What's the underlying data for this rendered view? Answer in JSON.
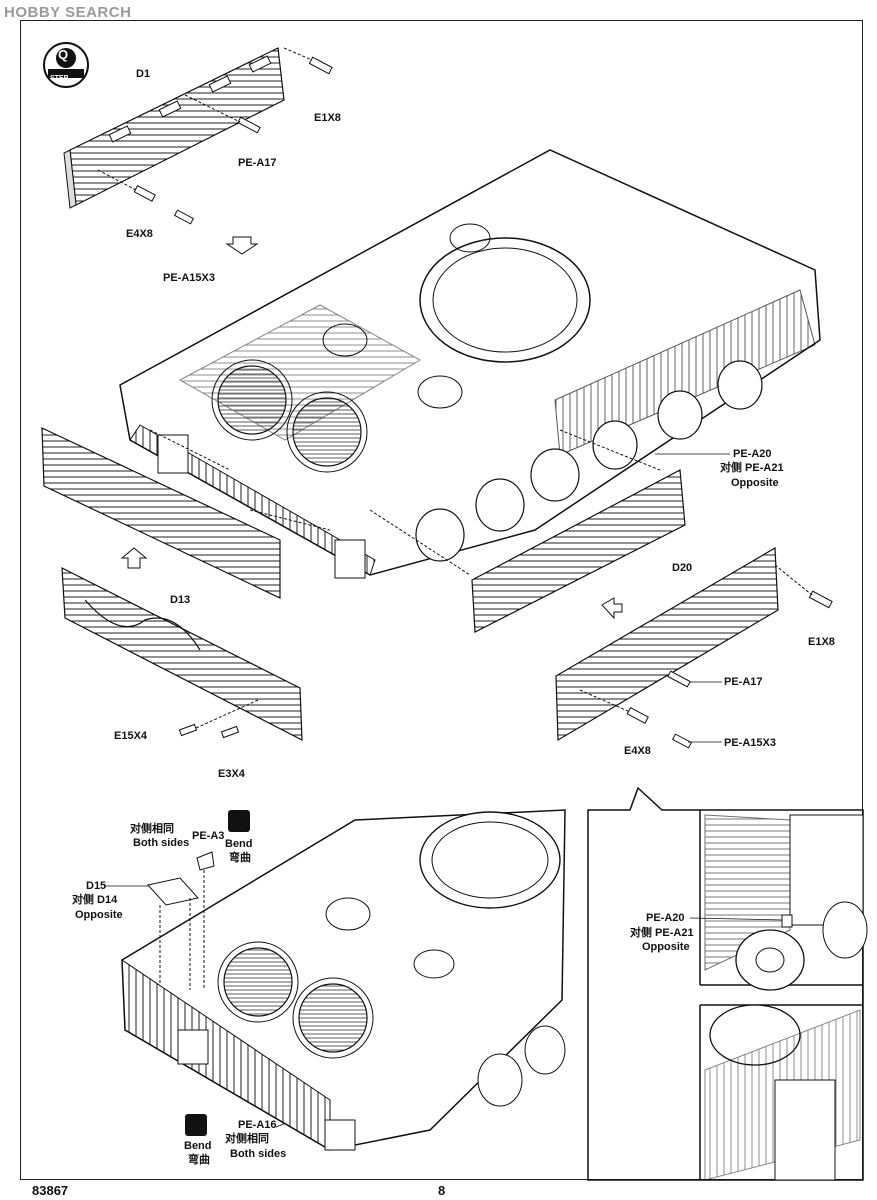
{
  "watermark": "HOBBY SEARCH",
  "step": {
    "label": "STEP",
    "id": "Q"
  },
  "labels": {
    "d1": "D1",
    "e1x8_top": "E1X8",
    "pe_a17_top": "PE-A17",
    "e4x8_top": "E4X8",
    "pe_a15x3_top": "PE-A15X3",
    "pe_a20_main": "PE-A20",
    "opp_pe_a21_main": "对侧 PE-A21",
    "opposite_main": "Opposite",
    "d20": "D20",
    "e1x8_right": "E1X8",
    "d13": "D13",
    "pe_a17_right": "PE-A17",
    "e15x4": "E15X4",
    "e3x4": "E3X4",
    "e4x8_right": "E4X8",
    "pe_a15x3_right": "PE-A15X3",
    "both_cn_top": "对侧相同",
    "both_en_top": "Both sides",
    "pe_a3": "PE-A3",
    "bend_top": "Bend",
    "bend_cn_top": "弯曲",
    "d15": "D15",
    "opp_d14": "对侧 D14",
    "opposite_d15": "Opposite",
    "pe_a20_detail": "PE-A20",
    "opp_pe_a21_detail": "对侧 PE-A21",
    "opposite_detail": "Opposite",
    "bend_bottom": "Bend",
    "bend_cn_bottom": "弯曲",
    "pe_a16": "PE-A16",
    "both_cn_bottom": "对侧相同",
    "both_en_bottom": "Both sides"
  },
  "footer": {
    "kit_number": "83867",
    "page": "8"
  }
}
